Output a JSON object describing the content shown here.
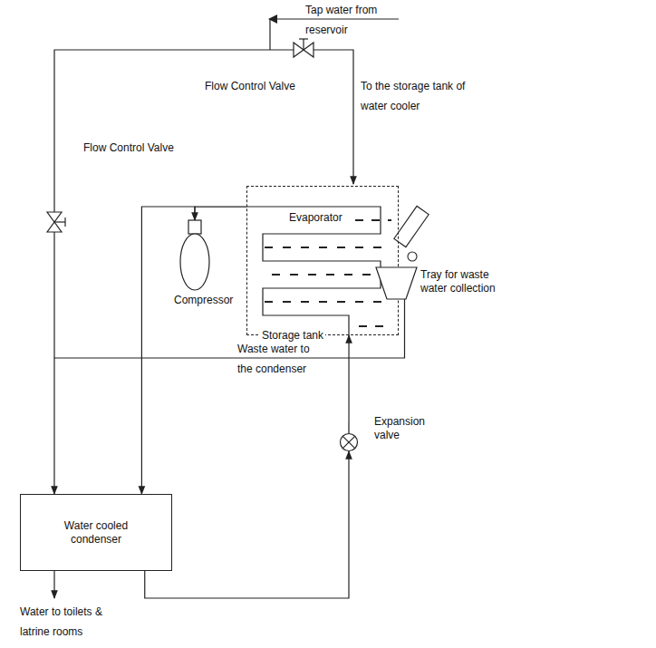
{
  "diagram": {
    "nodes": [
      {
        "text": [
          "Evaporator",
          "Storage tank"
        ]
      },
      {
        "text": [
          "Compressor"
        ]
      },
      {
        "text": [
          "Tray for waste water collection"
        ]
      },
      {
        "text": [
          "Expansion valve"
        ]
      },
      {
        "text": [
          "Water cooled condenser"
        ]
      }
    ],
    "edges": [
      {
        "from": 0,
        "to": 1,
        "arrow": "to"
      },
      {
        "from": 1,
        "to": 4,
        "arrow": "to"
      },
      {
        "from": 2,
        "to": 4,
        "label": "Waste water to the condenser",
        "arrow": "to"
      },
      {
        "from": 4,
        "to": 3,
        "arrow": "to"
      },
      {
        "from": 3,
        "to": 0,
        "arrow": "to"
      }
    ],
    "labels": [
      "Tap water from reservoir",
      "Flow Control Valve",
      "To the storage tank of water cooler",
      "Flow Control Valve",
      "Water to toilets & latrine rooms"
    ]
  }
}
